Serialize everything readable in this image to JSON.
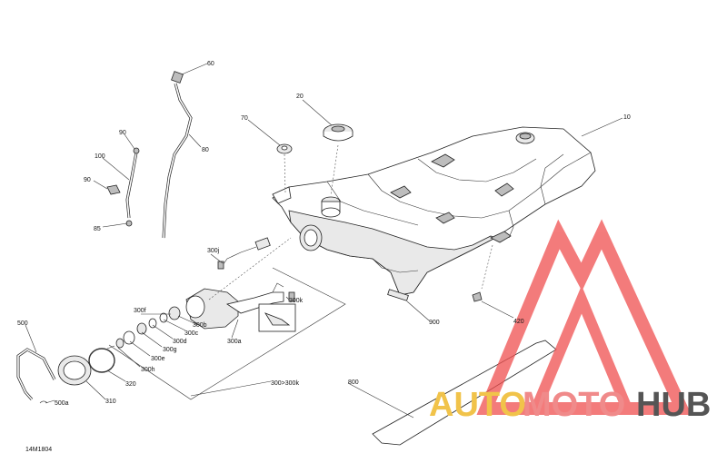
{
  "diagram": {
    "figure_id": "14M1804",
    "callouts": [
      {
        "id": "c60",
        "text": "60"
      },
      {
        "id": "c20",
        "text": "20"
      },
      {
        "id": "c70",
        "text": "70"
      },
      {
        "id": "c10",
        "text": "10"
      },
      {
        "id": "c90a",
        "text": "90"
      },
      {
        "id": "c80",
        "text": "80"
      },
      {
        "id": "c100",
        "text": "100"
      },
      {
        "id": "c90b",
        "text": "90"
      },
      {
        "id": "c85",
        "text": "85"
      },
      {
        "id": "c300j",
        "text": "300j"
      },
      {
        "id": "c300k",
        "text": "300k"
      },
      {
        "id": "c300f",
        "text": "300f"
      },
      {
        "id": "c300b",
        "text": "300b"
      },
      {
        "id": "c300c",
        "text": "300c"
      },
      {
        "id": "c300d",
        "text": "300d"
      },
      {
        "id": "c300a",
        "text": "300a"
      },
      {
        "id": "c300g",
        "text": "300g"
      },
      {
        "id": "c300e",
        "text": "300e"
      },
      {
        "id": "c300h",
        "text": "300h"
      },
      {
        "id": "c500",
        "text": "500"
      },
      {
        "id": "c500a",
        "text": "500a"
      },
      {
        "id": "c310",
        "text": "310"
      },
      {
        "id": "c320",
        "text": "320"
      },
      {
        "id": "c300r",
        "text": "300>300k"
      },
      {
        "id": "c800",
        "text": "800"
      },
      {
        "id": "c900",
        "text": "900"
      },
      {
        "id": "c420",
        "text": "420"
      }
    ]
  },
  "watermark": {
    "part1": "AUTO",
    "part2": "MOTO",
    "part3": "HUB",
    "colors": {
      "auto": "#f1c34a",
      "moto": "#f08a8a",
      "hub": "#555555",
      "logo": "#f05050"
    }
  }
}
